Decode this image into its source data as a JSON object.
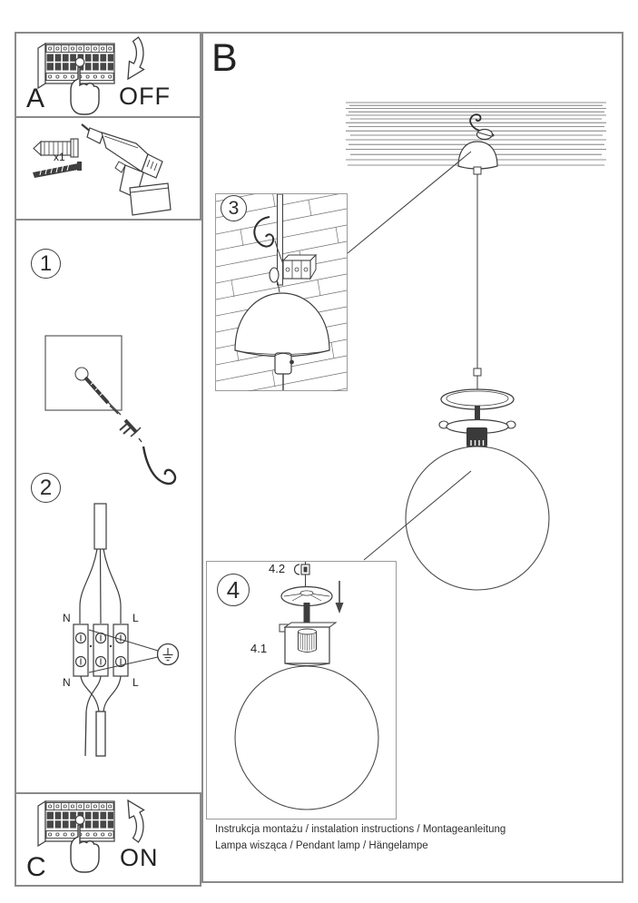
{
  "panels": {
    "a": {
      "label": "A",
      "state": "OFF"
    },
    "c": {
      "label": "C",
      "state": "ON"
    }
  },
  "hardware": {
    "count": "x1"
  },
  "steps": {
    "one": {
      "number": "1"
    },
    "two": {
      "number": "2",
      "labels": {
        "n_top": "N",
        "l_top": "L",
        "n_bottom": "N",
        "l_bottom": "L"
      }
    }
  },
  "assembly": {
    "label": "B",
    "details": {
      "three": {
        "number": "3"
      },
      "four": {
        "number": "4",
        "part_upper": "4.2",
        "part_lower": "4.1"
      }
    }
  },
  "footer": {
    "line1": "Instrukcja montażu / instalation instructions / Montageanleitung",
    "line2": "Lampa wisząca / Pendant lamp / Hängelampe"
  },
  "colors": {
    "paper": "#ffffff",
    "ink": "#3d3d3d",
    "panel_dark": "#474747",
    "border_strong": "#8a8a8a",
    "border_light": "#9a9a9a",
    "sphere_line": "#4a4a4a"
  }
}
